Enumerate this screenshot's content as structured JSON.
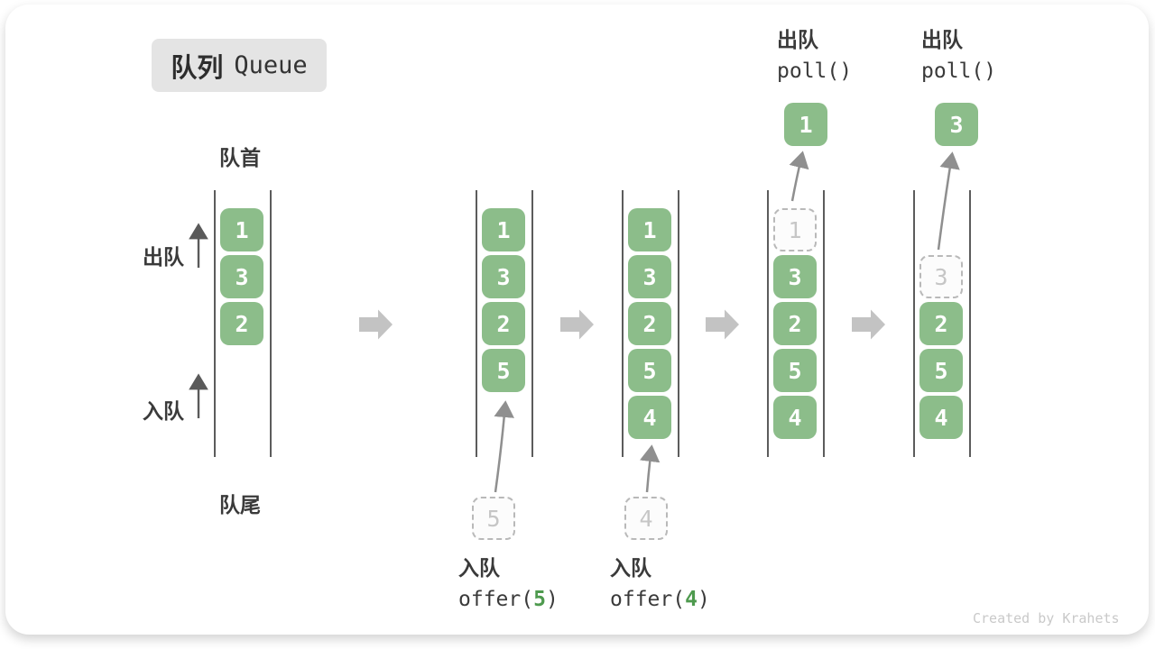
{
  "page": {
    "watermark": "Created by Krahets"
  },
  "title": {
    "cn": "队列",
    "en": "Queue"
  },
  "labels": {
    "front": "队首",
    "rear": "队尾",
    "dequeue": "出队",
    "enqueue": "入队"
  },
  "colors": {
    "cell_green": "#8cbd8a",
    "code_arg_green": "#4e9a4e",
    "badge_bg": "#e4e4e4",
    "rail_gray": "#5c5c5c",
    "block_arrow_gray": "#c3c3c3",
    "ghost_border_gray": "#b9b9b9"
  },
  "states": [
    {
      "slots": [
        {
          "v": "1"
        },
        {
          "v": "3"
        },
        {
          "v": "2"
        }
      ]
    },
    {
      "slots": [
        {
          "v": "1"
        },
        {
          "v": "3"
        },
        {
          "v": "2"
        },
        {
          "v": "5"
        }
      ],
      "pending": "5",
      "op": {
        "cn": "入队",
        "fn": "offer",
        "arg": "5"
      }
    },
    {
      "slots": [
        {
          "v": "1"
        },
        {
          "v": "3"
        },
        {
          "v": "2"
        },
        {
          "v": "5"
        },
        {
          "v": "4"
        }
      ],
      "pending": "4",
      "op": {
        "cn": "入队",
        "fn": "offer",
        "arg": "4"
      }
    },
    {
      "slots": [
        {
          "v": "1",
          "ghost": true
        },
        {
          "v": "3"
        },
        {
          "v": "2"
        },
        {
          "v": "5"
        },
        {
          "v": "4"
        }
      ],
      "extracted": "1",
      "op": {
        "cn": "出队",
        "fn": "poll",
        "arg": ""
      }
    },
    {
      "start_row": 1,
      "slots": [
        {
          "v": "3",
          "ghost": true
        },
        {
          "v": "2"
        },
        {
          "v": "5"
        },
        {
          "v": "4"
        }
      ],
      "extracted": "3",
      "op": {
        "cn": "出队",
        "fn": "poll",
        "arg": ""
      }
    }
  ]
}
